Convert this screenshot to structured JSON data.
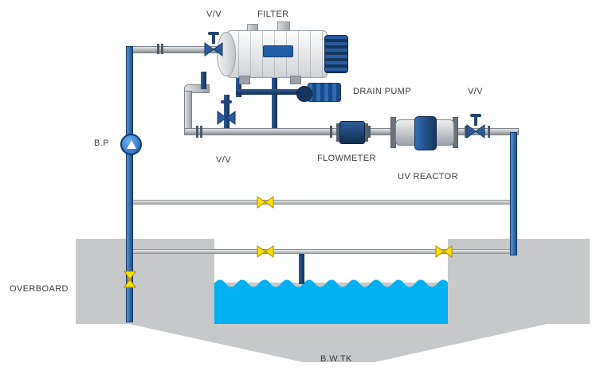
{
  "labels": {
    "valve_top": "V/V",
    "filter": "FILTER",
    "drain_pump": "DRAIN PUMP",
    "valve_right": "V/V",
    "backflush_pump": "B.P",
    "valve_mid": "V/V",
    "flowmeter": "FLOWMETER",
    "uv_reactor": "UV REACTOR",
    "overboard": "OVERBOARD",
    "ballast_tank": "B.W.TK"
  },
  "colors": {
    "water": "#00b0f0",
    "hull_gray": "#c7c8c9",
    "pipe_gray": "#aeb3b8",
    "pipe_blue": "#1d4f8c",
    "pipe_navy": "#152f52",
    "valve_yellow": "#ffe000",
    "pump_blue": "#1b5fb0"
  }
}
